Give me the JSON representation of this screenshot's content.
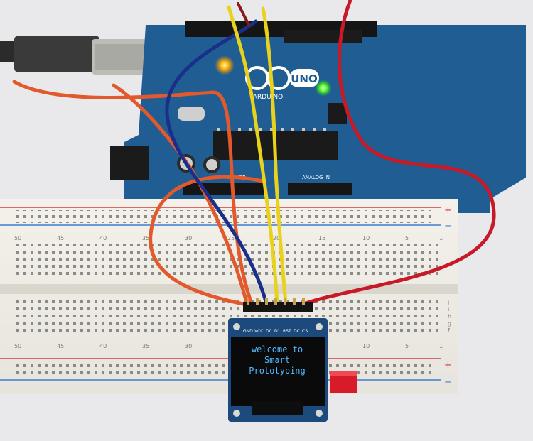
{
  "board": {
    "logo_text": "UNO",
    "brand_text": "ARDUINO",
    "power_label": "POWER",
    "analog_label": "ANALOG IN"
  },
  "breadboard": {
    "row_numbers": [
      "50",
      "45",
      "40",
      "35",
      "30",
      "25",
      "20",
      "15",
      "10",
      "5",
      "1"
    ],
    "row_letters": [
      "j",
      "i",
      "h",
      "g",
      "f"
    ],
    "plus_sign": "+",
    "minus_sign": "−"
  },
  "oled": {
    "pin_labels": [
      "GND",
      "VCC",
      "D0",
      "D1",
      "RST",
      "DC",
      "CS"
    ],
    "screen_lines": [
      "welcome to",
      "Smart",
      "Prototyping"
    ]
  },
  "colors": {
    "board": "#1f5d93",
    "wire_orange": "#e2592b",
    "wire_yellow": "#e9d21b",
    "wire_blue": "#1b2f8a",
    "wire_red": "#c81a26",
    "screen_text": "#4fb8ff"
  }
}
